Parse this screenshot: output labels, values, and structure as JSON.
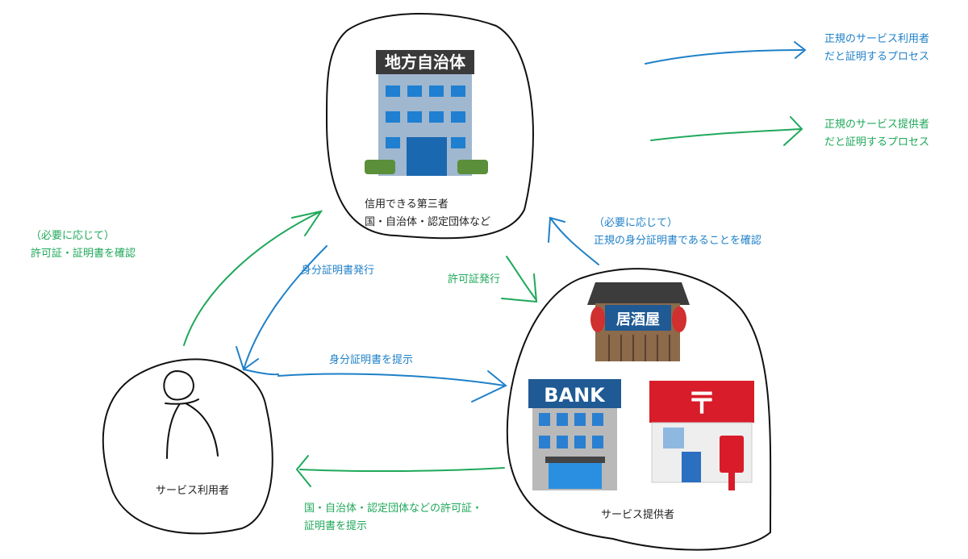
{
  "legend": {
    "user_process": "正規のサービス利用者\nだと証明するプロセス",
    "provider_process": "正規のサービス提供者\nだと証明するプロセス"
  },
  "nodes": {
    "third_party_label": "信用できる第三者\n国・自治体・認定団体など",
    "user_label": "サービス利用者",
    "provider_label": "サービス提供者"
  },
  "signs": {
    "government": "地方自治体",
    "izakaya": "居酒屋",
    "bank": "BANK"
  },
  "edges": {
    "issue_id": "身分証明書発行",
    "present_id": "身分証明書を提示",
    "issue_license": "許可証発行",
    "verify_license": "（必要に応じて）\n許可証・証明書を確認",
    "verify_id": "（必要に応じて）\n正規の身分証明書であることを確認",
    "present_license": "国・自治体・認定団体などの許可証・\n証明書を提示"
  },
  "colors": {
    "user_process": "#1f80c8",
    "provider_process": "#1fa85a"
  }
}
